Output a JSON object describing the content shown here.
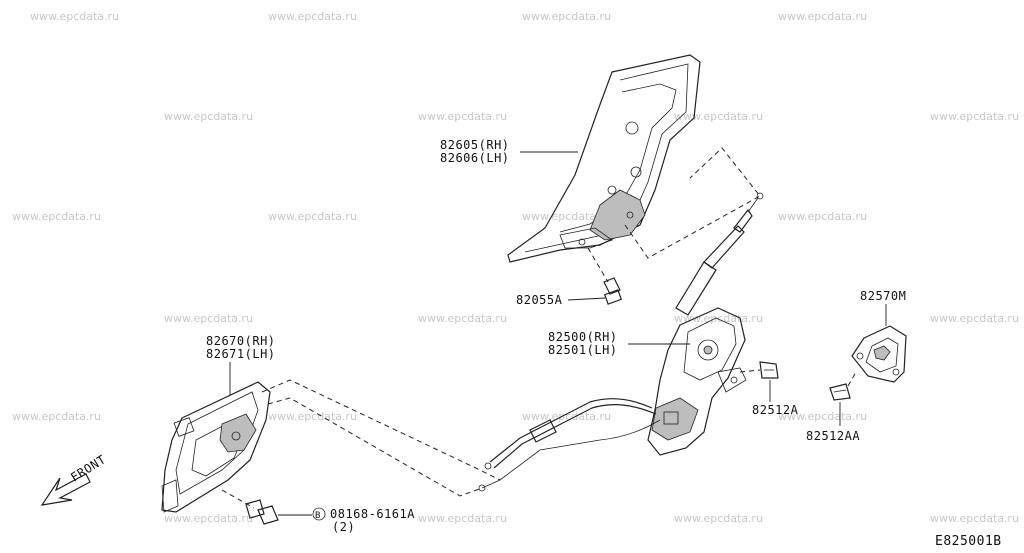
{
  "watermark": "www.epcdata.ru",
  "labels": {
    "p82605": "82605(RH)",
    "p82606": "82606(LH)",
    "p82055A": "82055A",
    "p82500": "82500(RH)",
    "p82501": "82501(LH)",
    "p82570M": "82570M",
    "p82512A": "82512A",
    "p82512AA": "82512AA",
    "p82670": "82670(RH)",
    "p82671": "82671(LH)",
    "bolt_code": "08168-6161A",
    "bolt_qty": "(2)",
    "bolt_marker": "B",
    "front": "FRONT",
    "diagram_id": "E825001B"
  },
  "colors": {
    "line": "#222222",
    "watermark": "#c8c8c8",
    "background": "#ffffff"
  }
}
